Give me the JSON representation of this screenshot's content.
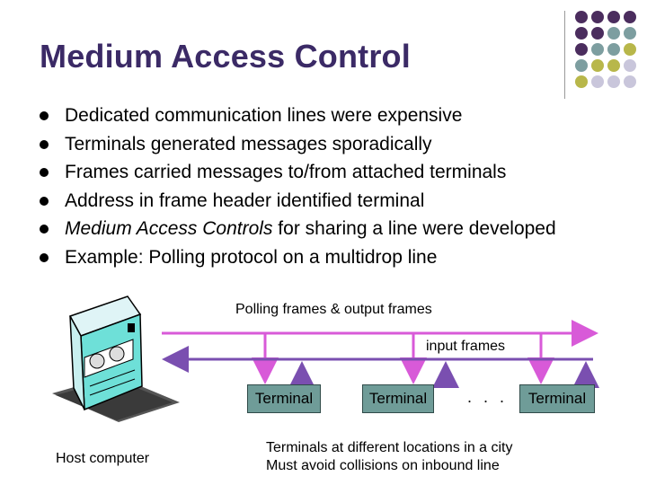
{
  "slide": {
    "title": "Medium Access Control",
    "bullets": [
      {
        "em": "",
        "text": "Dedicated communication lines were expensive"
      },
      {
        "em": "",
        "text": "Terminals generated messages sporadically"
      },
      {
        "em": "",
        "text": "Frames carried messages to/from attached terminals"
      },
      {
        "em": "",
        "text": "Address in frame header identified terminal"
      },
      {
        "em": "Medium Access Controls",
        "text": " for sharing a line were developed"
      },
      {
        "em": "",
        "text": "Example:  Polling protocol on a multidrop line"
      }
    ]
  },
  "decoration": {
    "colors": {
      "purple": "#4b2d5e",
      "teal": "#7d9ea0",
      "olive": "#b8b74a",
      "lavender": "#c9c6db"
    }
  },
  "diagram": {
    "outbound_label": "Polling frames & output frames",
    "inbound_label": "input frames",
    "terminals": [
      "Terminal",
      "Terminal",
      "Terminal"
    ],
    "ellipsis": ". . .",
    "host_label": "Host computer",
    "caption_lines": [
      "Terminals at different locations in a city",
      "Must avoid collisions on inbound line"
    ],
    "colors": {
      "outbound_line": "#d85ad8",
      "inbound_line": "#7a4fb0",
      "terminal_fill": "#6f9c98"
    }
  }
}
